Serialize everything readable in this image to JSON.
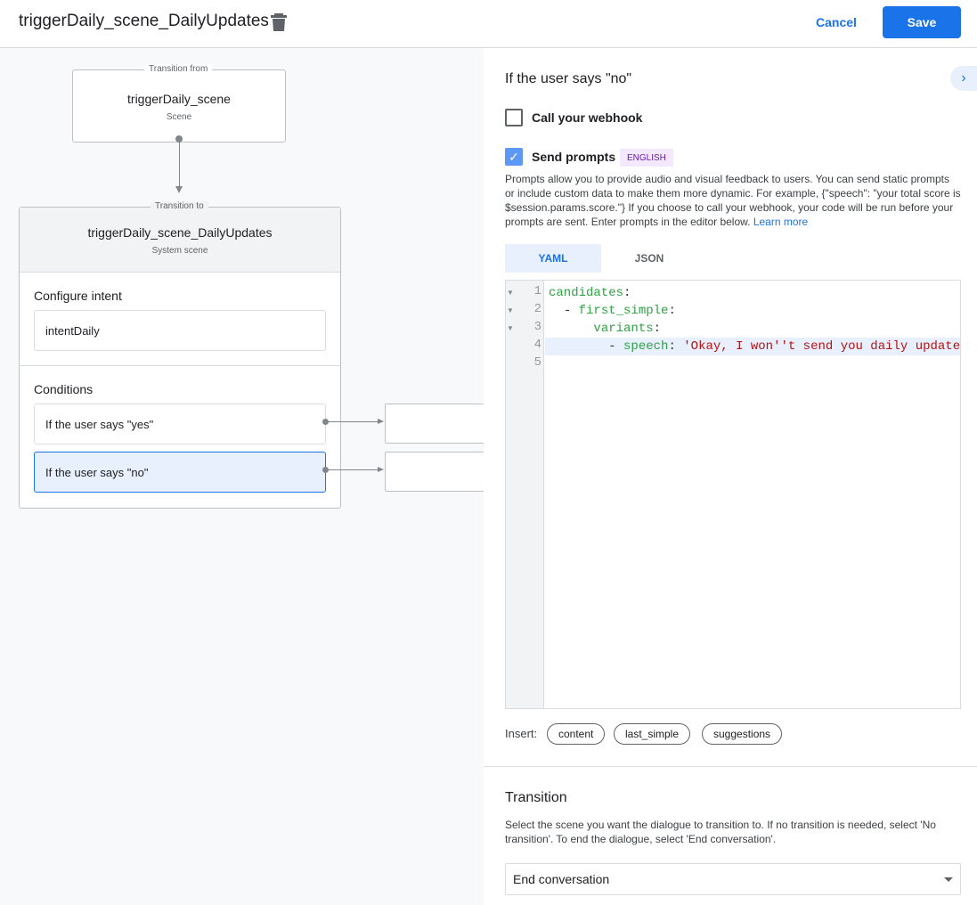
{
  "header": {
    "title": "triggerDaily_scene_DailyUpdates",
    "cancel": "Cancel",
    "save": "Save"
  },
  "canvas": {
    "from": {
      "legend": "Transition from",
      "name": "triggerDaily_scene",
      "type": "Scene"
    },
    "to": {
      "legend": "Transition to",
      "name": "triggerDaily_scene_DailyUpdates",
      "type": "System scene"
    },
    "intent_heading": "Configure intent",
    "intent": "intentDaily",
    "conditions_heading": "Conditions",
    "conditions": [
      "If the user says \"yes\"",
      "If the user says \"no\""
    ]
  },
  "panel": {
    "heading": "If the user says \"no\"",
    "webhook": {
      "label": "Call your webhook",
      "checked": false
    },
    "prompts": {
      "label": "Send prompts",
      "checked": true,
      "badge": "ENGLISH"
    },
    "description": "Prompts allow you to provide audio and visual feedback to users. You can send static prompts or include custom data to make them more dynamic. For example, {\"speech\": \"your total score is $session.params.score.\"} If you choose to call your webhook, your code will be run before your prompts are sent. Enter prompts in the editor below.",
    "learn_more": "Learn more",
    "tabs": [
      "YAML",
      "JSON"
    ],
    "active_tab": "YAML",
    "code_lines": [
      {
        "n": "1",
        "indent": "",
        "dash": "",
        "key": "candidates",
        "value": ""
      },
      {
        "n": "2",
        "indent": "  ",
        "dash": "- ",
        "key": "first_simple",
        "value": ""
      },
      {
        "n": "3",
        "indent": "      ",
        "dash": "",
        "key": "variants",
        "value": ""
      },
      {
        "n": "4",
        "indent": "        ",
        "dash": "- ",
        "key": "speech",
        "value": " 'Okay, I won''t send you daily update"
      },
      {
        "n": "5",
        "indent": "",
        "dash": "",
        "key": "",
        "value": ""
      }
    ],
    "insert_label": "Insert:",
    "insert_chips": [
      "content",
      "last_simple",
      "suggestions"
    ],
    "transition": {
      "heading": "Transition",
      "description": "Select the scene you want the dialogue to transition to. If no transition is needed, select 'No transition'. To end the dialogue, select 'End conversation'.",
      "value": "End conversation"
    }
  },
  "colors": {
    "accent": "#1a73e8",
    "selected_condition": "#e8f0fe",
    "badge_bg": "#f3e8fd",
    "badge_text": "#681da8"
  }
}
